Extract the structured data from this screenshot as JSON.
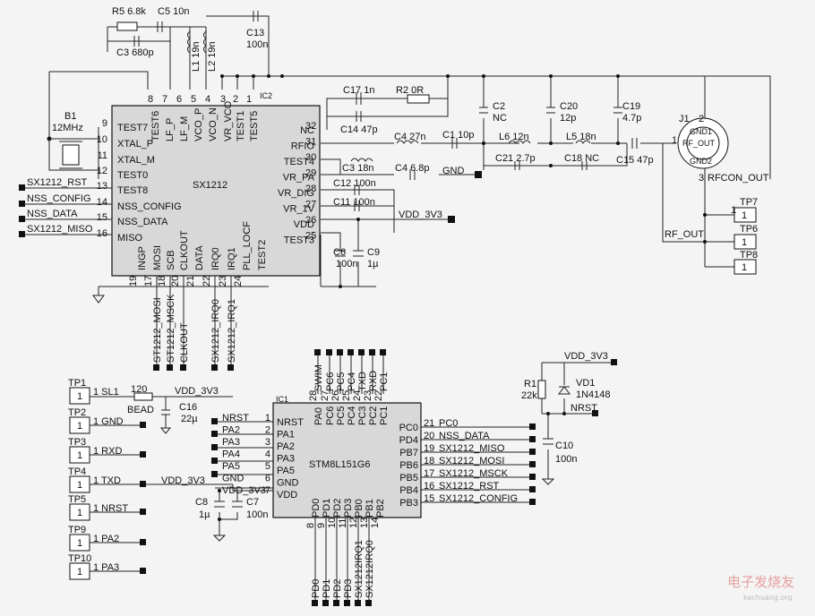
{
  "top": {
    "r5": "R5 6.8k",
    "c5": "C5 10n",
    "c3": "C3 680p",
    "l1": "L1 19n",
    "l2": "L2 19n",
    "c13": "C13",
    "c13v": "100n",
    "b1": "B1",
    "b1v": "12MHz",
    "c17": "C17 1n",
    "r2": "R2 0R",
    "c14": "C14 47p",
    "c2": "C2",
    "c2v": "NC",
    "c20": "C20",
    "c20v": "12p",
    "c19": "C19",
    "c19v": "4.7p",
    "j1": "J1",
    "j1_p2": "2",
    "j1_p1": "1",
    "j1_p3": "3",
    "rfout": "RF_OUT",
    "gnd1": "GND1",
    "gnd2": "GND2",
    "rfcon": "RFCON_OUT",
    "c4a": "C4 27n",
    "c1": "C1 10p",
    "l6": "L6 12n",
    "l5": "L5 18n",
    "c21": "C21 2.7p",
    "c18": "C18 NC",
    "c15": "C15 47p",
    "c3b": "C3 18n",
    "c4b": "C4 6.8p",
    "gnd": "GND",
    "c12": "C12 100n",
    "c11": "C11 100n",
    "vdd": "VDD_3V3",
    "c6": "C6",
    "c6v": "100n",
    "c9": "C9",
    "c9v": "1µ",
    "tp7": "TP7",
    "tp6": "TP6",
    "tp8": "TP8",
    "rf_out_net": "RF_OUT",
    "one": "1"
  },
  "sx1212": {
    "name": "SX1212",
    "ref": "IC2",
    "left_pins": [
      {
        "num": "9",
        "label": "TEST7"
      },
      {
        "num": "10",
        "label": "XTAL_P"
      },
      {
        "num": "11",
        "label": "XTAL_M"
      },
      {
        "num": "12",
        "label": "TEST0"
      },
      {
        "num": "13",
        "label": "TEST8"
      },
      {
        "num": "14",
        "label": "NSS_CONFIG"
      },
      {
        "num": "15",
        "label": "NSS_DATA"
      },
      {
        "num": "16",
        "label": "MISO"
      }
    ],
    "right_pins": [
      {
        "num": "32",
        "label": "NC"
      },
      {
        "num": "31",
        "label": "RFIO"
      },
      {
        "num": "30",
        "label": "TEST4"
      },
      {
        "num": "29",
        "label": "VR_PA"
      },
      {
        "num": "28",
        "label": "VR_DIG"
      },
      {
        "num": "27",
        "label": "VR_1V"
      },
      {
        "num": "26",
        "label": "VDD"
      },
      {
        "num": "25",
        "label": "TEST3"
      }
    ],
    "top_pins": [
      {
        "num": "8",
        "label": "TEST6"
      },
      {
        "num": "7",
        "label": "LF_P"
      },
      {
        "num": "6",
        "label": "LF_M"
      },
      {
        "num": "5",
        "label": "VCO_P"
      },
      {
        "num": "4",
        "label": "VCO_N"
      },
      {
        "num": "3",
        "label": "VR_VCO"
      },
      {
        "num": "2",
        "label": "TEST1"
      },
      {
        "num": "1",
        "label": "TEST5"
      }
    ],
    "bottom_pins": [
      {
        "num": "19",
        "label": "INGP"
      },
      {
        "num": "17",
        "label": "MOSI"
      },
      {
        "num": "18",
        "label": "SCB"
      },
      {
        "num": "20",
        "label": "CLKOUT"
      },
      {
        "num": "21",
        "label": "DATA"
      },
      {
        "num": "22",
        "label": "IRQ0"
      },
      {
        "num": "23",
        "label": "IRQ1"
      },
      {
        "num": "24",
        "label": "PLL_LOCF"
      },
      {
        "num": "24",
        "label": "TEST2"
      }
    ],
    "left_nets": [
      "SX1212_RST",
      "NSS_CONFIG",
      "NSS_DATA",
      "SX1212_MISO"
    ],
    "bottom_nets": [
      "ST1212_MOSI",
      "ST1212_MSCK",
      "CLKOUT",
      "SX1212_IRQ0",
      "SX1212_IRQ1"
    ]
  },
  "stm8": {
    "name": "STM8L151G6",
    "ref": "IC1",
    "left_pins": [
      {
        "num": "1",
        "label": "NRST",
        "net": "NRST"
      },
      {
        "num": "2",
        "label": "PA1",
        "net": "PA2"
      },
      {
        "num": "3",
        "label": "PA2",
        "net": "PA3"
      },
      {
        "num": "4",
        "label": "PA3",
        "net": "PA4"
      },
      {
        "num": "5",
        "label": "PA5",
        "net": "PA5"
      },
      {
        "num": "6",
        "label": "GND",
        "net": "GND"
      },
      {
        "num": "7",
        "label": "VDD",
        "net": "VDD_3V3"
      }
    ],
    "right_pins": [
      {
        "num": "21",
        "label": "PC0",
        "net": "PC0"
      },
      {
        "num": "20",
        "label": "PD4",
        "net": "NSS_DATA"
      },
      {
        "num": "19",
        "label": "PB7",
        "net": "SX1212_MISO"
      },
      {
        "num": "18",
        "label": "PB6",
        "net": "SX1212_MOSI"
      },
      {
        "num": "17",
        "label": "PB5",
        "net": "SX1212_MSCK"
      },
      {
        "num": "16",
        "label": "PB4",
        "net": "SX1212_RST"
      },
      {
        "num": "15",
        "label": "PB3",
        "net": "SX1212_CONFIG"
      }
    ],
    "top_pins": [
      {
        "num": "28",
        "label": "PA0",
        "net": "SWIM"
      },
      {
        "num": "27",
        "label": "PC6",
        "net": "PC6"
      },
      {
        "num": "26",
        "label": "PC5",
        "net": "PC5"
      },
      {
        "num": "25",
        "label": "PC4",
        "net": "PC4"
      },
      {
        "num": "24",
        "label": "PC3",
        "net": "TXD"
      },
      {
        "num": "23",
        "label": "PC2",
        "net": "RXD"
      },
      {
        "num": "22",
        "label": "PC1",
        "net": "PC1"
      }
    ],
    "bottom_pins": [
      {
        "num": "8",
        "label": "PD0",
        "net": "PD0"
      },
      {
        "num": "9",
        "label": "PD1",
        "net": "PD1"
      },
      {
        "num": "10",
        "label": "PD2",
        "net": "PD2"
      },
      {
        "num": "11",
        "label": "PD3",
        "net": "PD3"
      },
      {
        "num": "12",
        "label": "PB0",
        "net": "SX1212IRQ1"
      },
      {
        "num": "13",
        "label": "PB1",
        "net": "SX1212IRQ0"
      },
      {
        "num": "14",
        "label": "PB2",
        "net": ""
      }
    ]
  },
  "testpoints": [
    {
      "ref": "TP1",
      "label": "1 SL1"
    },
    {
      "ref": "TP2",
      "label": "1 GND"
    },
    {
      "ref": "TP3",
      "label": "1 RXD"
    },
    {
      "ref": "TP4",
      "label": "1 TXD"
    },
    {
      "ref": "TP5",
      "label": "1 NRST"
    },
    {
      "ref": "TP9",
      "label": "1 PA2"
    },
    {
      "ref": "TP10",
      "label": "1 PA3"
    }
  ],
  "misc": {
    "bead_v": "120",
    "bead": "BEAD",
    "vdd": "VDD_3V3",
    "c16": "C16",
    "c16v": "22µ",
    "c8": "C8",
    "c8v": "1µ",
    "c7": "C7",
    "c7v": "100n",
    "r1": "R1",
    "r1v": "22k",
    "vd1": "VD1",
    "vd1v": "1N4148",
    "nrst": "NRST",
    "c10": "C10",
    "c10v": "100n"
  },
  "watermark": {
    "cn": "电子发烧友",
    "url": "kechuang.org"
  }
}
